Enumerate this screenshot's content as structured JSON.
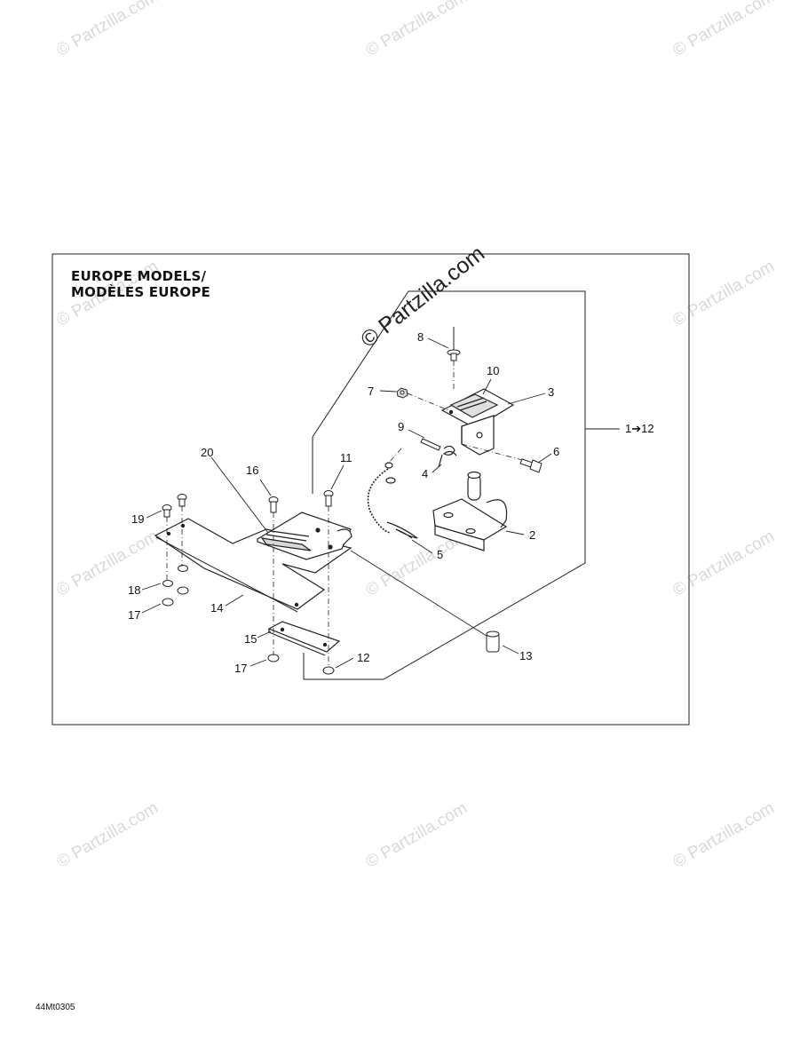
{
  "diagram": {
    "title_line1": "EUROPE MODELS/",
    "title_line2": "MODÈLES EUROPE",
    "watermark": "© Partzilla.com",
    "drawing_code": "44Mt0305",
    "assembly_label": "1➔12",
    "callouts": [
      "2",
      "3",
      "4",
      "5",
      "6",
      "7",
      "8",
      "9",
      "10",
      "11",
      "12",
      "13",
      "14",
      "15",
      "16",
      "17",
      "17",
      "18",
      "19",
      "20"
    ]
  }
}
